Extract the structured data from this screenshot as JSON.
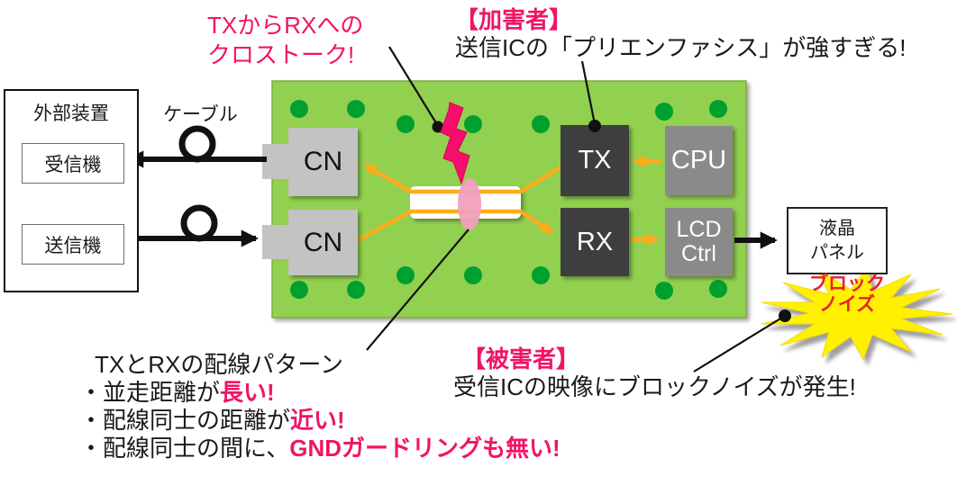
{
  "colors": {
    "board_green": "#92D050",
    "via_green": "#00A02E",
    "trace_orange": "#FFAB1A",
    "accent_pink": "#F01466",
    "lightning_pink": "#F70D6C",
    "noise_red": "#E8202C",
    "starburst_yellow": "#FFF100",
    "chip_dark": "#3E3E3E",
    "chip_gray": "#8A8A8A",
    "connector_gray": "#C3C3C3"
  },
  "crosstalk_callout": {
    "line1": "TXからRXへの",
    "line2": "クロストーク!"
  },
  "aggressor_callout": {
    "title": "【加害者】",
    "body": "送信ICの「プリエンファシス」が強すぎる!"
  },
  "victim_callout": {
    "title": "【被害者】",
    "body": "受信ICの映像にブロックノイズが発生!"
  },
  "wiring_note": {
    "title": "TXとRXの配線パターン",
    "items": [
      {
        "plain": "・並走距離が",
        "em": "長い!"
      },
      {
        "plain": "・配線同士の距離が",
        "em": "近い!"
      },
      {
        "plain": "・配線同士の間に、",
        "em": "GNDガードリングも無い!"
      }
    ]
  },
  "external_device": {
    "title": "外部装置",
    "receiver": "受信機",
    "transmitter": "送信機"
  },
  "cable_label": "ケーブル",
  "pcb": {
    "cn_top": "CN",
    "cn_bottom": "CN",
    "tx": "TX",
    "rx": "RX",
    "cpu": "CPU",
    "lcd_ctrl": "LCD\nCtrl"
  },
  "lcd_panel": {
    "line1": "液晶",
    "line2": "パネル"
  },
  "noise_burst": {
    "line1": "ブロック",
    "line2": "ノイズ"
  }
}
